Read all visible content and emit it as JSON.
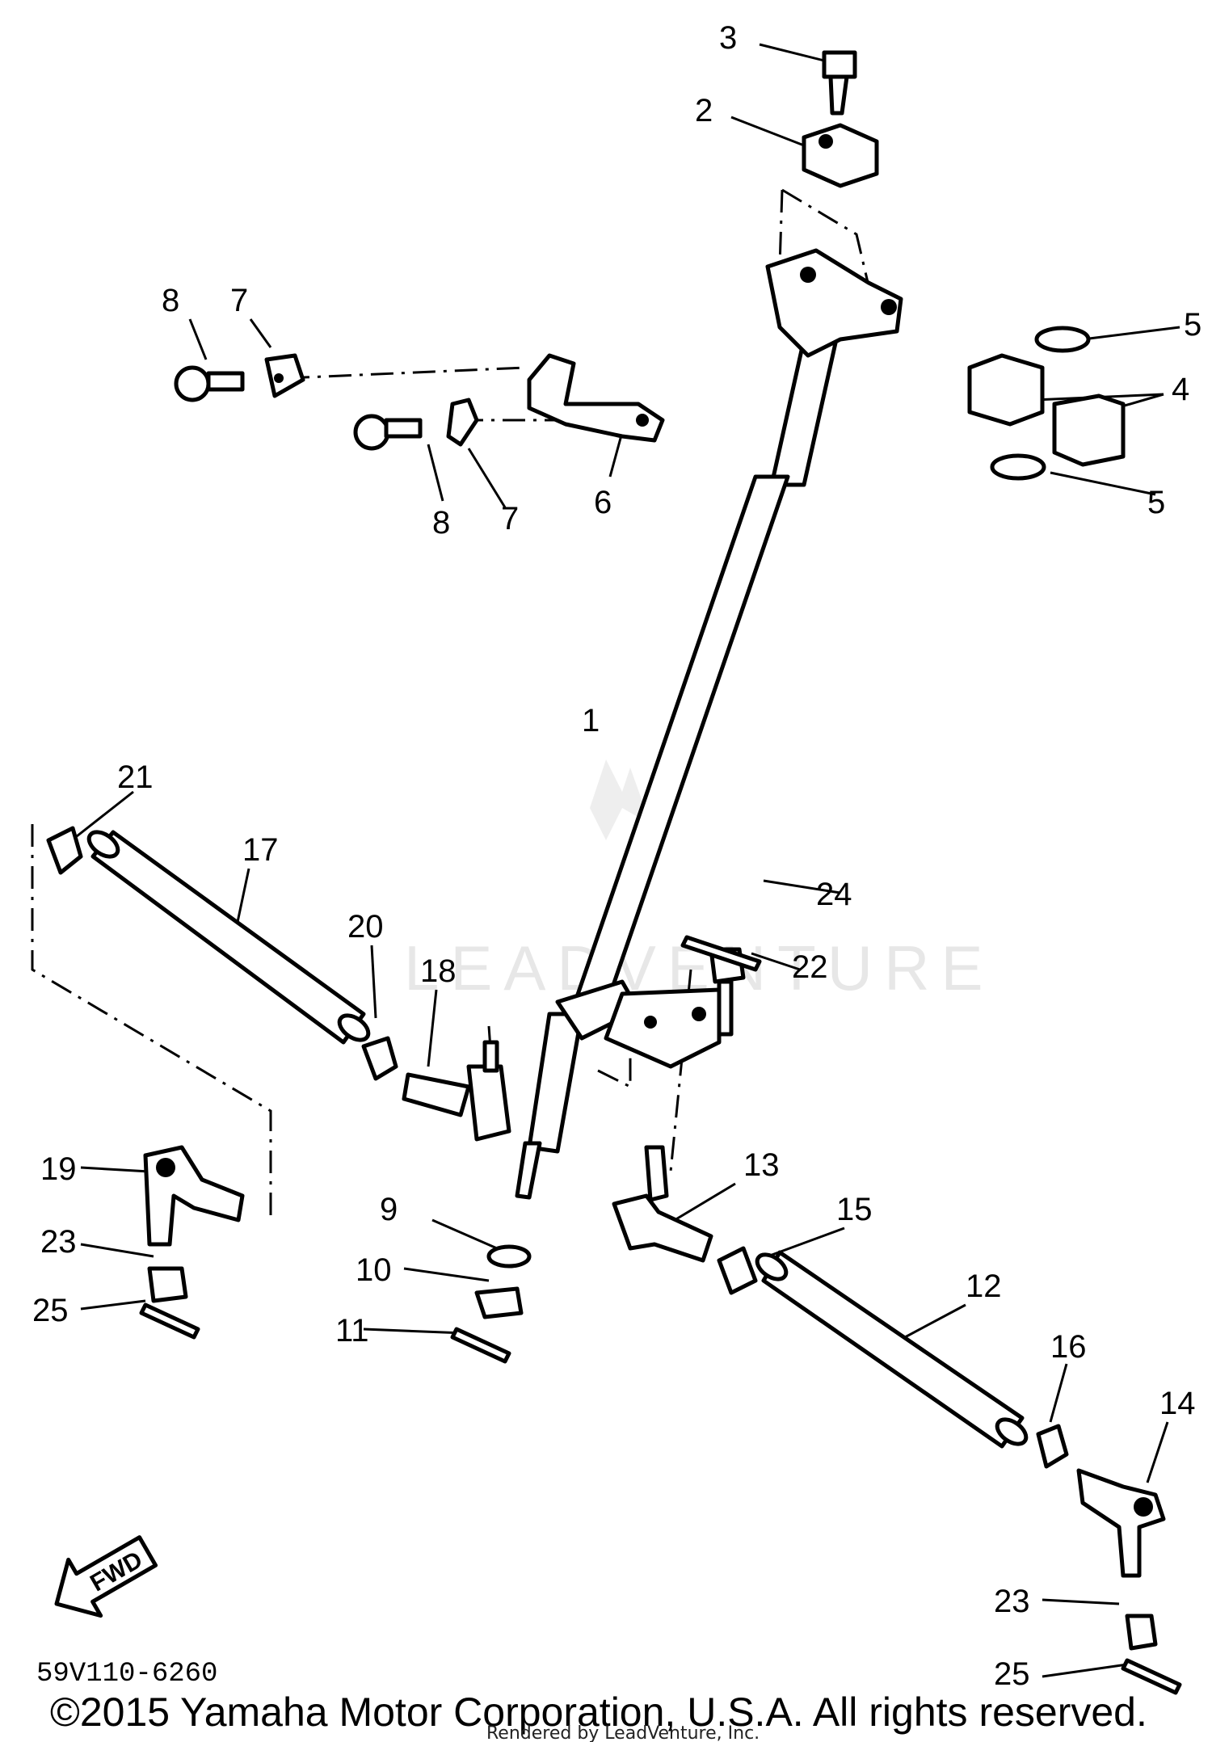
{
  "diagram": {
    "callouts": [
      "1",
      "2",
      "3",
      "4",
      "5",
      "5",
      "6",
      "7",
      "7",
      "8",
      "8",
      "9",
      "10",
      "11",
      "12",
      "13",
      "14",
      "15",
      "16",
      "17",
      "18",
      "19",
      "20",
      "21",
      "22",
      "23",
      "23",
      "24",
      "25",
      "25"
    ],
    "fwd_label": "FWD",
    "drawing_code": "59V110-6260",
    "watermark": "LEADVENTURE",
    "copyright": "©2015 Yamaha Motor Corporation, U.S.A. All rights reserved.",
    "rendered_by": "Rendered by LeadVenture, Inc."
  }
}
